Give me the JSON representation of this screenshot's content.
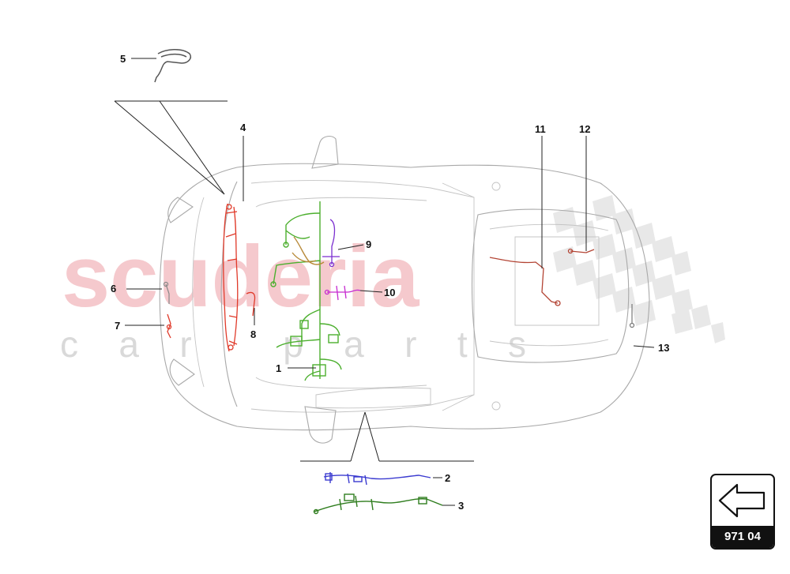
{
  "watermark": {
    "brand": "scuderia",
    "sub": "car parts"
  },
  "callouts": {
    "n1": "1",
    "n2": "2",
    "n3": "3",
    "n4": "4",
    "n5": "5",
    "n6": "6",
    "n7": "7",
    "n8": "8",
    "n9": "9",
    "n10": "10",
    "n11": "11",
    "n12": "12",
    "n13": "13"
  },
  "nav": {
    "label": "971 04",
    "icon": "arrow-left-icon"
  },
  "colors": {
    "harness_green": "#4caf2e",
    "harness_tan": "#b88a3a",
    "harness_purple": "#7b2fd0",
    "harness_magenta": "#c62ad0",
    "harness_red": "#e03a2a",
    "harness_blue": "#3b3bd0",
    "harness_dark_green": "#2f7d1e",
    "outline": "#a9a9a9",
    "watermark": "#f2b8bd"
  }
}
